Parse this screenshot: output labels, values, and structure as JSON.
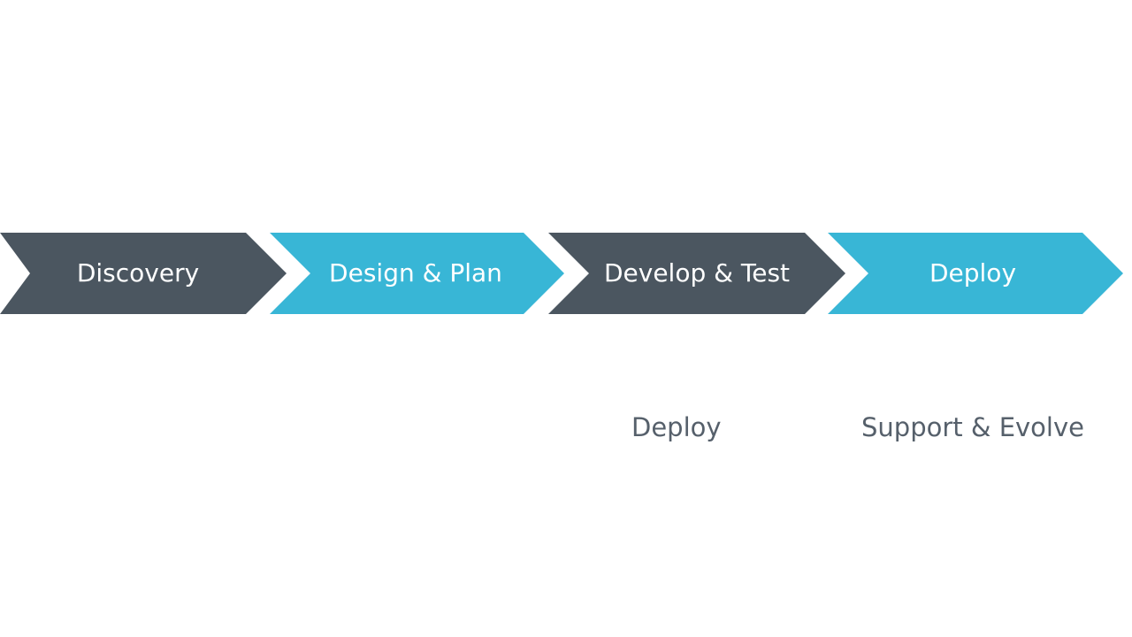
{
  "colors": {
    "dark_chevron": "#4b5660",
    "light_chevron": "#38b6d6",
    "chevron_text": "#ffffff",
    "sub_text": "#56606b",
    "background": "#ffffff"
  },
  "process": {
    "steps": [
      {
        "label": "Discovery",
        "color": "dark_chevron"
      },
      {
        "label": "Design & Plan",
        "color": "light_chevron"
      },
      {
        "label": "Develop & Test",
        "color": "dark_chevron"
      },
      {
        "label": "Deploy",
        "color": "light_chevron"
      }
    ]
  },
  "sub_labels": [
    "Deploy",
    "Support & Evolve"
  ]
}
